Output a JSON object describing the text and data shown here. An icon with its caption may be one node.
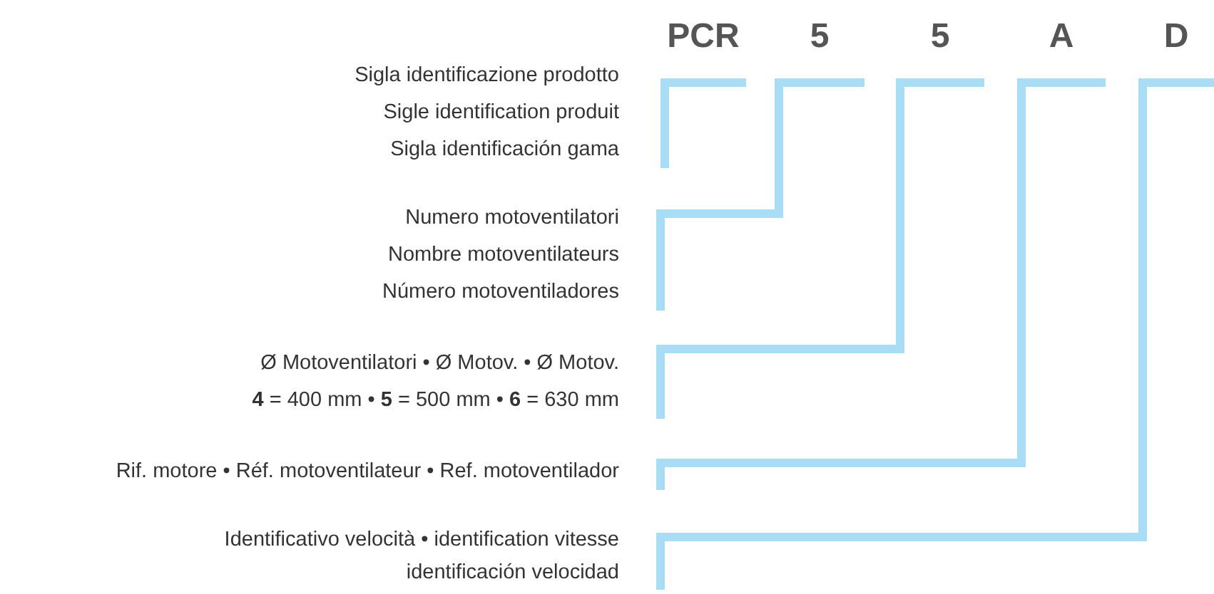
{
  "diagram": {
    "nodes": [
      {
        "text": [
          "PCR"
        ]
      },
      {
        "text": [
          "5"
        ]
      },
      {
        "text": [
          "5"
        ]
      },
      {
        "text": [
          "A"
        ]
      },
      {
        "text": [
          "D"
        ]
      },
      {
        "text": [
          "Sigla identificazione prodotto",
          "Sigle identification produit",
          "Sigla identificación gama"
        ]
      },
      {
        "text": [
          "Numero motoventilatori",
          "Nombre motoventilateurs",
          "Número motoventiladores"
        ]
      },
      {
        "text": [
          "Ø Motoventilatori • Ø Motov. • Ø Motov.",
          "**4** = 400 mm • **5** = 500 mm • **6** = 630 mm"
        ]
      },
      {
        "text": [
          "Rif. motore • Réf. motoventilateur • Ref. motoventilador"
        ]
      },
      {
        "text": [
          "Identificativo velocità • identification vitesse",
          "identificación velocidad"
        ]
      }
    ],
    "edges": [
      {
        "from": 0,
        "to": 5,
        "arrow": "none"
      },
      {
        "from": 1,
        "to": 6,
        "arrow": "none"
      },
      {
        "from": 2,
        "to": 7,
        "arrow": "none"
      },
      {
        "from": 3,
        "to": 8,
        "arrow": "none"
      },
      {
        "from": 4,
        "to": 9,
        "arrow": "none"
      }
    ]
  }
}
